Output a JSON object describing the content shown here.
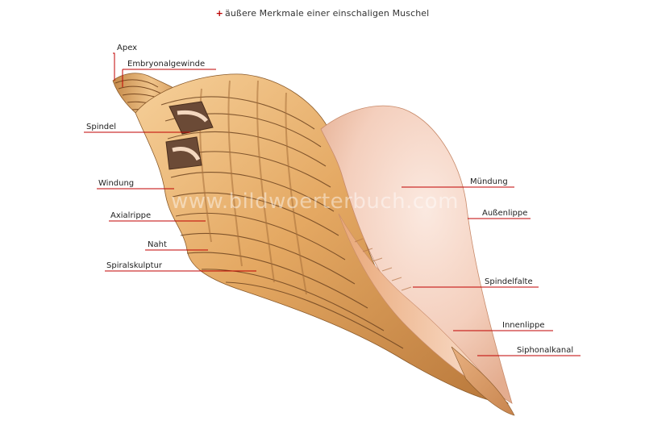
{
  "title": "äußere Merkmale einer einschaligen Muschel",
  "watermark": "www.bildwoerterbuch.com",
  "labels": {
    "apex": "Apex",
    "embryonalgewinde": "Embryonalgewinde",
    "spindel": "Spindel",
    "windung": "Windung",
    "axialrippe": "Axialrippe",
    "naht": "Naht",
    "spiralskulptur": "Spiralskulptur",
    "muendung": "Mündung",
    "aussenlippe": "Außenlippe",
    "spindelfalte": "Spindelfalte",
    "innenlippe": "Innenlippe",
    "siphonalkanal": "Siphonalkanal"
  },
  "colors": {
    "leader": "#c00000",
    "shell_light": "#f2c48a",
    "shell_mid": "#d99a55",
    "shell_dark": "#8a5a2a",
    "aperture": "#f7d9cc"
  }
}
